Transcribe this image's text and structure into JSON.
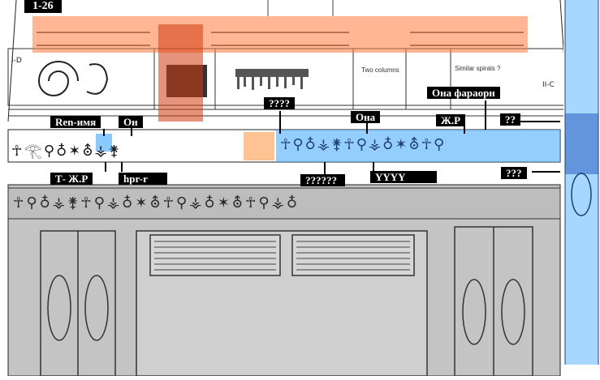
{
  "labels": {
    "plate_number": "1-26",
    "ren_name": "Ren-имя",
    "he": "Он",
    "she": "Она",
    "she_pharaoh": "Она фараорн",
    "fem_gender_top": "Ж.Р",
    "double_question": "??",
    "quad_question": "????",
    "triple_question": "???",
    "t_fem_gender": "Т- Ж.Р",
    "hpr_r": "hpr-r",
    "six_question": "??????",
    "yyyy": "YYYY"
  },
  "drawing_notes": {
    "two_columns": "Two columns",
    "similar_spirals": "Similar spirals ?"
  },
  "panel_codes": {
    "code_1": "I-D",
    "code_2": "II-C"
  },
  "colors": {
    "orange_highlight": "#ff7a3c",
    "blue_highlight": "#3aa6ff",
    "gray_relief": "#c4c4c4",
    "label_bg": "#000000",
    "label_text": "#ffffff",
    "ink": "#1f3f7a"
  }
}
